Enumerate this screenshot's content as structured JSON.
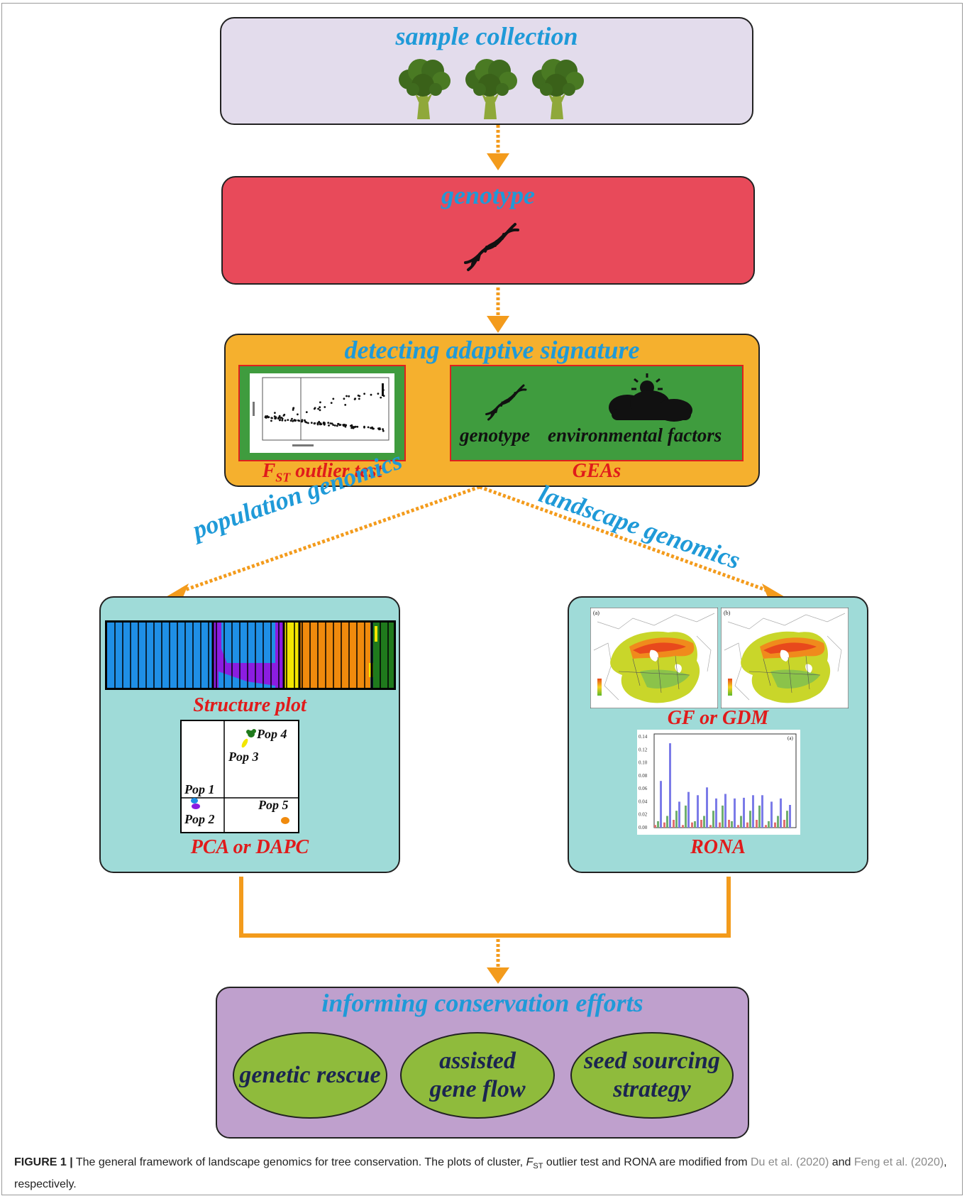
{
  "stages": {
    "sample_collection": {
      "title": "sample collection"
    },
    "genotype": {
      "title": "genotype"
    },
    "detecting": {
      "title": "detecting adaptive signature",
      "fst_label_main": "F",
      "fst_label_sub": "ST",
      "fst_label_rest": " outlier test",
      "gea_genotype": "genotype",
      "gea_env": "environmental factors",
      "gea_label": "GEAs"
    },
    "population": {
      "branch_label": "population genomics",
      "structure_label": "Structure plot",
      "pca_label": "PCA or DAPC",
      "pops": [
        "Pop 1",
        "Pop 2",
        "Pop 3",
        "Pop 4",
        "Pop 5"
      ]
    },
    "landscape": {
      "branch_label": "landscape genomics",
      "map_a": "(a)",
      "map_b": "(b)",
      "gf_label": "GF or GDM",
      "rona_label": "RONA",
      "rona_panel": "(a)",
      "rona_yticks": [
        "0.14",
        "0.12",
        "0.10",
        "0.08",
        "0.06",
        "0.04",
        "0.02",
        "0.00"
      ]
    },
    "conservation": {
      "title": "informing conservation efforts",
      "items": [
        "genetic rescue",
        "assisted\ngene flow",
        "seed sourcing\nstrategy"
      ]
    }
  },
  "colors": {
    "sample_bg": "#e3dcec",
    "genotype_bg": "#e84a5a",
    "detect_bg": "#f5b02e",
    "teal_bg": "#9fdbd8",
    "conserve_bg": "#bfa0cd",
    "arrow": "#f39b1c",
    "title_blue": "#1f9ad8",
    "label_red": "#e01b1b"
  },
  "caption": {
    "lead": "FIGURE 1 |",
    "text1": " The general framework of landscape genomics for tree conservation. The plots of cluster, ",
    "fst_main": "F",
    "fst_sub": "ST",
    "text2": " outlier test and RONA are modified from ",
    "ref1": "Du et al. (2020)",
    "text3": " and ",
    "ref2": "Feng et al. (2020)",
    "text4": ", respectively."
  }
}
